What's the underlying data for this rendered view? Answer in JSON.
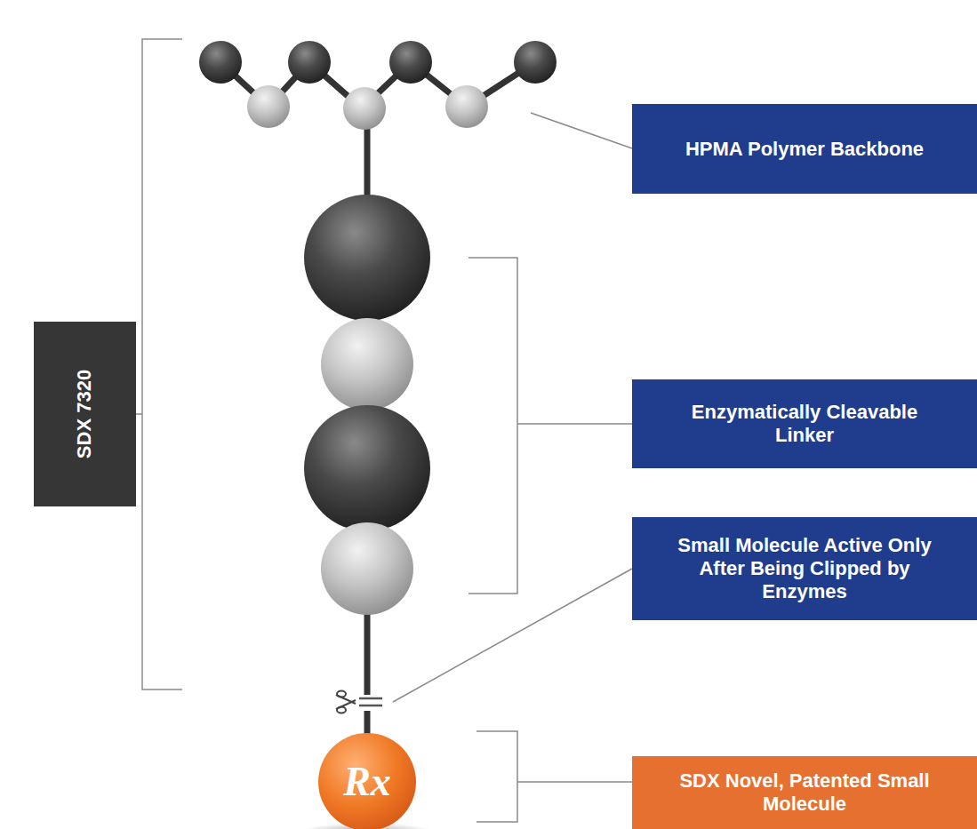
{
  "diagram": {
    "nodes": [
      {
        "text": [
          "SDX 7320"
        ]
      },
      {
        "text": [
          "HPMA Polymer Backbone"
        ]
      },
      {
        "text": [
          "Enzymatically Cleavable Linker"
        ]
      },
      {
        "text": [
          "Small Molecule Active Only After Being Clipped by Enzymes"
        ]
      },
      {
        "text": [
          "Rx"
        ]
      },
      {
        "text": [
          "SDX Novel, Patented Small Molecule"
        ]
      }
    ]
  }
}
